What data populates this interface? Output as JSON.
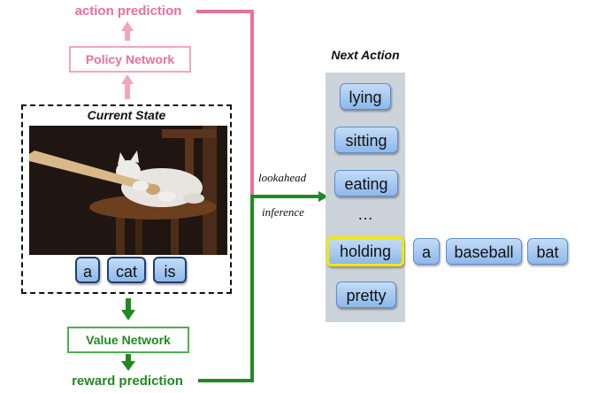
{
  "top": {
    "action_prediction": "action prediction",
    "policy_network": "Policy Network"
  },
  "state": {
    "title": "Current State",
    "tokens": [
      "a",
      "cat",
      "is"
    ]
  },
  "bottom": {
    "value_network": "Value Network",
    "reward_prediction": "reward prediction"
  },
  "middle": {
    "lookahead": "lookahead",
    "inference": "inference"
  },
  "next_action": {
    "title": "Next Action",
    "options": [
      "lying",
      "sitting",
      "eating"
    ],
    "ellipsis": "…",
    "selected": "holding",
    "after": [
      "pretty"
    ]
  },
  "continuation": [
    "a",
    "baseball",
    "bat"
  ],
  "colors": {
    "pink": "#e8709a",
    "green": "#1f8a1f",
    "token_blue": "#8eb8ea",
    "highlight": "#f2e800",
    "panel": "#cdd3da"
  }
}
